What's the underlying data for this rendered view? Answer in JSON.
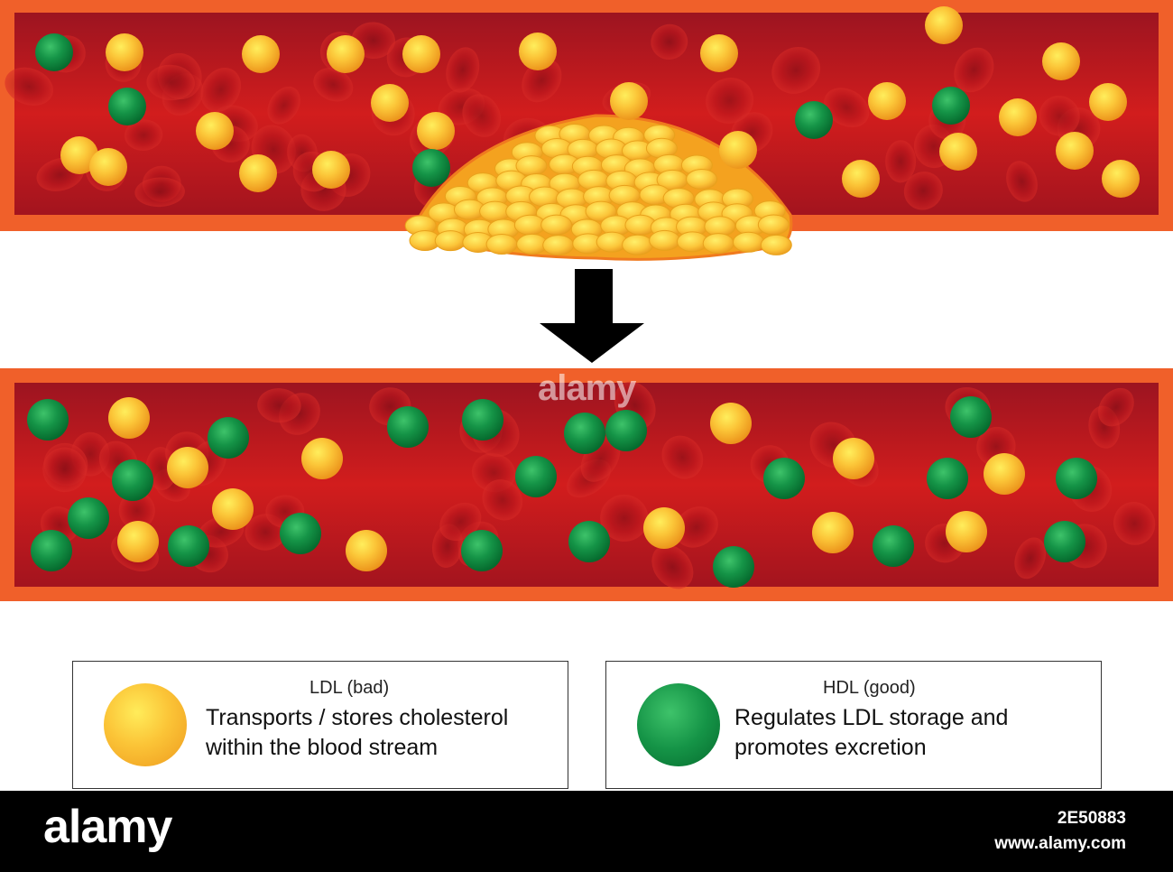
{
  "colors": {
    "vessel_wall": "#f0602a",
    "blood": "#c3161c",
    "ldl": "#fbc437",
    "hdl": "#159447",
    "arrow": "#000000"
  },
  "legend": {
    "ldl": {
      "title": "LDL (bad)",
      "description": "Transports / stores cholesterol within the blood stream"
    },
    "hdl": {
      "title": "HDL (good)",
      "description": "Regulates LDL storage and promotes excretion"
    }
  },
  "watermark": "alamy",
  "footer": {
    "brand": "alamy",
    "image_id": "2E50883",
    "url": "www.alamy.com"
  }
}
